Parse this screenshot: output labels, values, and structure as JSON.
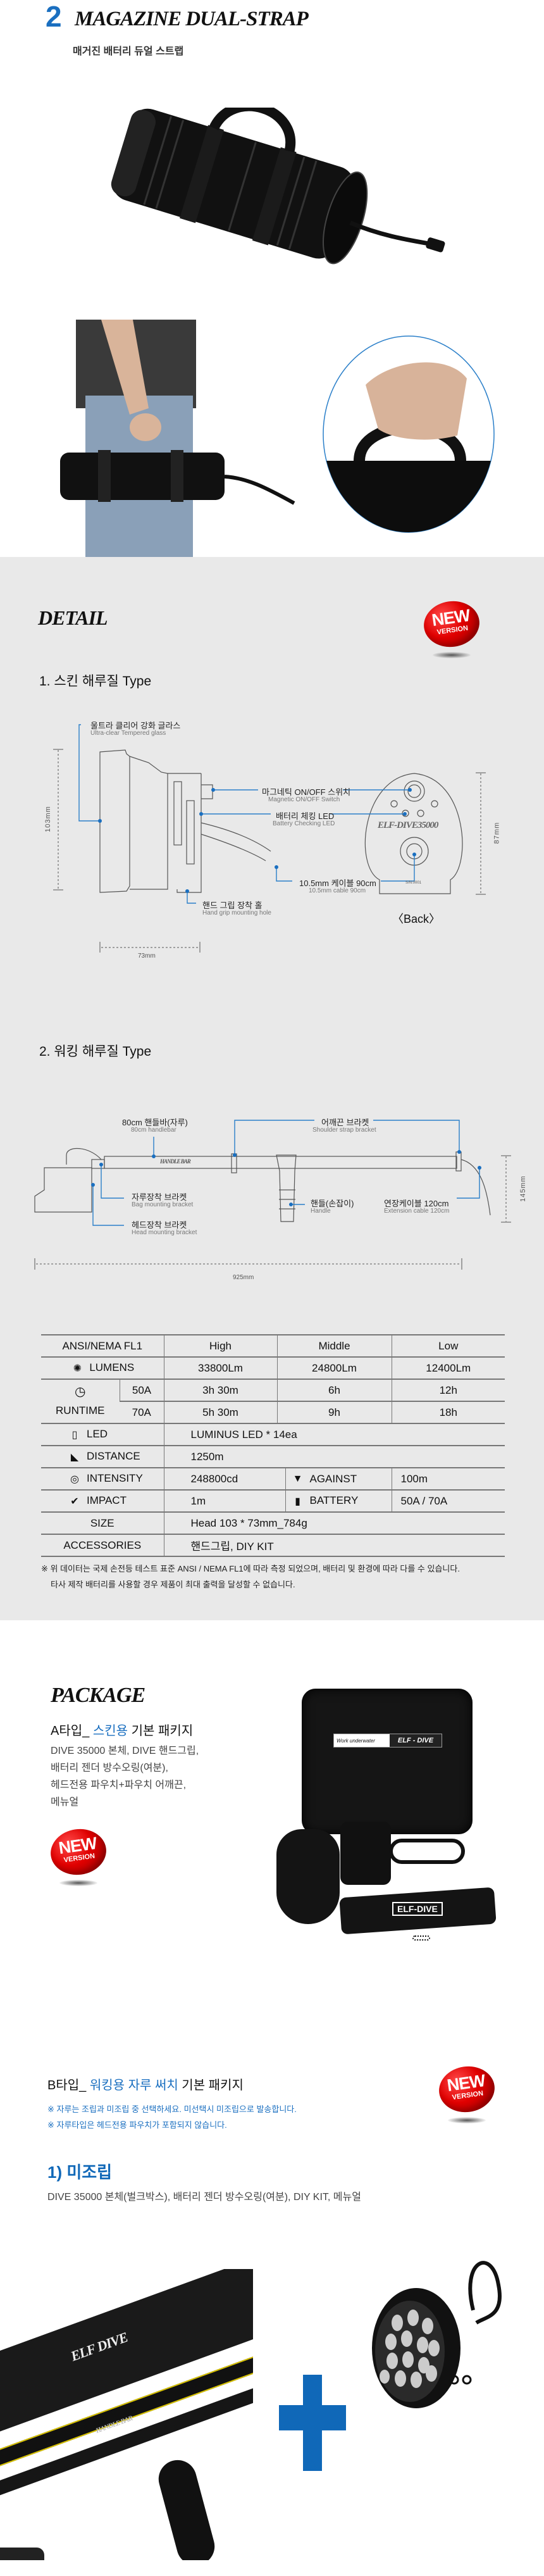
{
  "header": {
    "number": "2",
    "title": "MAGAZINE DUAL-STRAP",
    "subtitle": "매거진 배터리 듀얼 스트랩"
  },
  "badge": {
    "line1": "NEW",
    "line2": "VERSION"
  },
  "detail": {
    "title": "DETAIL",
    "skin": {
      "heading": "1. 스킨 해루질 Type",
      "glass_ko": "울트라 클리어 강화 글라스",
      "glass_en": "Ultra-clear Tempered glass",
      "switch_ko": "마그네틱 ON/OFF 스위치",
      "switch_en": "Magnetic ON/OFF Switch",
      "led_ko": "배터리 체킹 LED",
      "led_en": "Battery Checking LED",
      "cable_ko": "10.5mm 케이블 90cm",
      "cable_en": "10.5mm cable 90cm",
      "grip_ko": "핸드 그립 장착 홀",
      "grip_en": "Hand grip mounting hole",
      "model": "ELF-DIVE35000",
      "serial": "S/N:0001",
      "back": "〈Back〉",
      "dim_height": "103mm",
      "dim_width": "73mm",
      "dim_back": "87mm"
    },
    "walking": {
      "heading": "2. 워킹 해루질 Type",
      "bar_ko": "80cm 핸들바(자루)",
      "bar_en": "80cm handlebar",
      "shoulder_ko": "어깨끈 브라켓",
      "shoulder_en": "Shoulder strap bracket",
      "bag_ko": "자루장착 브라켓",
      "bag_en": "Bag mounting bracket",
      "head_ko": "헤드장착 브라켓",
      "head_en": "Head mounting bracket",
      "handle_ko": "핸들(손잡이)",
      "handle_en": "Handle",
      "ext_ko": "연장케이블 120cm",
      "ext_en": "Extension cable 120cm",
      "bar_print": "HANDLE BAR",
      "dim_height": "145mm",
      "dim_length": "925mm"
    }
  },
  "spec": {
    "header": [
      "ANSI/NEMA FL1",
      "High",
      "Middle",
      "Low"
    ],
    "lumens": {
      "label": "LUMENS",
      "values": [
        "33800Lm",
        "24800Lm",
        "12400Lm"
      ]
    },
    "runtime": {
      "label": "RUNTIME",
      "rows": [
        {
          "battery": "50A",
          "values": [
            "3h 30m",
            "6h",
            "12h"
          ]
        },
        {
          "battery": "70A",
          "values": [
            "5h 30m",
            "9h",
            "18h"
          ]
        }
      ]
    },
    "led": {
      "label": "LED",
      "value": "LUMINUS LED * 14ea"
    },
    "distance": {
      "label": "DISTANCE",
      "value": "1250m"
    },
    "intensity": {
      "label": "INTENSITY",
      "value": "248800cd"
    },
    "against": {
      "label": "AGAINST",
      "value": "100m"
    },
    "impact": {
      "label": "IMPACT",
      "value": "1m"
    },
    "battery": {
      "label": "BATTERY",
      "value": "50A / 70A"
    },
    "size": {
      "label": "SIZE",
      "value": "Head 103 * 73mm_784g"
    },
    "accessories": {
      "label": "ACCESSORIES",
      "value": "핸드그립, DIY KIT"
    },
    "note1": "※ 위 데이터는 국제 손전등 테스트 표준 ANSI / NEMA FL1에 따라 측정 되었으며, 배터리 및 환경에 따라 다를 수 있습니다.",
    "note2": "타사 제작 배터리를 사용할 경우 제품이 최대 출력을 달성할 수 없습니다."
  },
  "package": {
    "title": "PACKAGE",
    "a": {
      "prefix": "A타입_ ",
      "highlight": "스킨용",
      "suffix": " 기본 패키지",
      "lines": [
        "DIVE 35000 본체, DIVE 핸드그립,",
        "배터리 젠더 방수오링(여분),",
        "헤드전용 파우치+파우치 어깨끈,",
        "메뉴얼"
      ],
      "case_label": "Work underwater",
      "case_brand": "ELF - DIVE",
      "strap_brand": "ELF-DIVE"
    },
    "b": {
      "prefix": "B타입_ ",
      "highlight": "워킹용 자루 써치",
      "suffix": " 기본 패키지",
      "note1": "※ 자루는 조립과 미조립 중 선택하세요. 미선택시 미조립으로 발송합니다.",
      "note2": "※ 자루타입은 헤드전용 파우치가 포함되지 않습니다.",
      "sub_heading": "1) 미조립",
      "sub_desc": "DIVE 35000 본체(벌크박스), 배터리 젠더 방수오링(여분), DIY KIT, 메뉴얼",
      "bag_brand": "ELF DIVE",
      "bar_brand": "HANDLE BAR"
    }
  },
  "colors": {
    "accent": "#1a6fc0",
    "badge": "#e00000",
    "section_bg": "#e9e9e9"
  }
}
